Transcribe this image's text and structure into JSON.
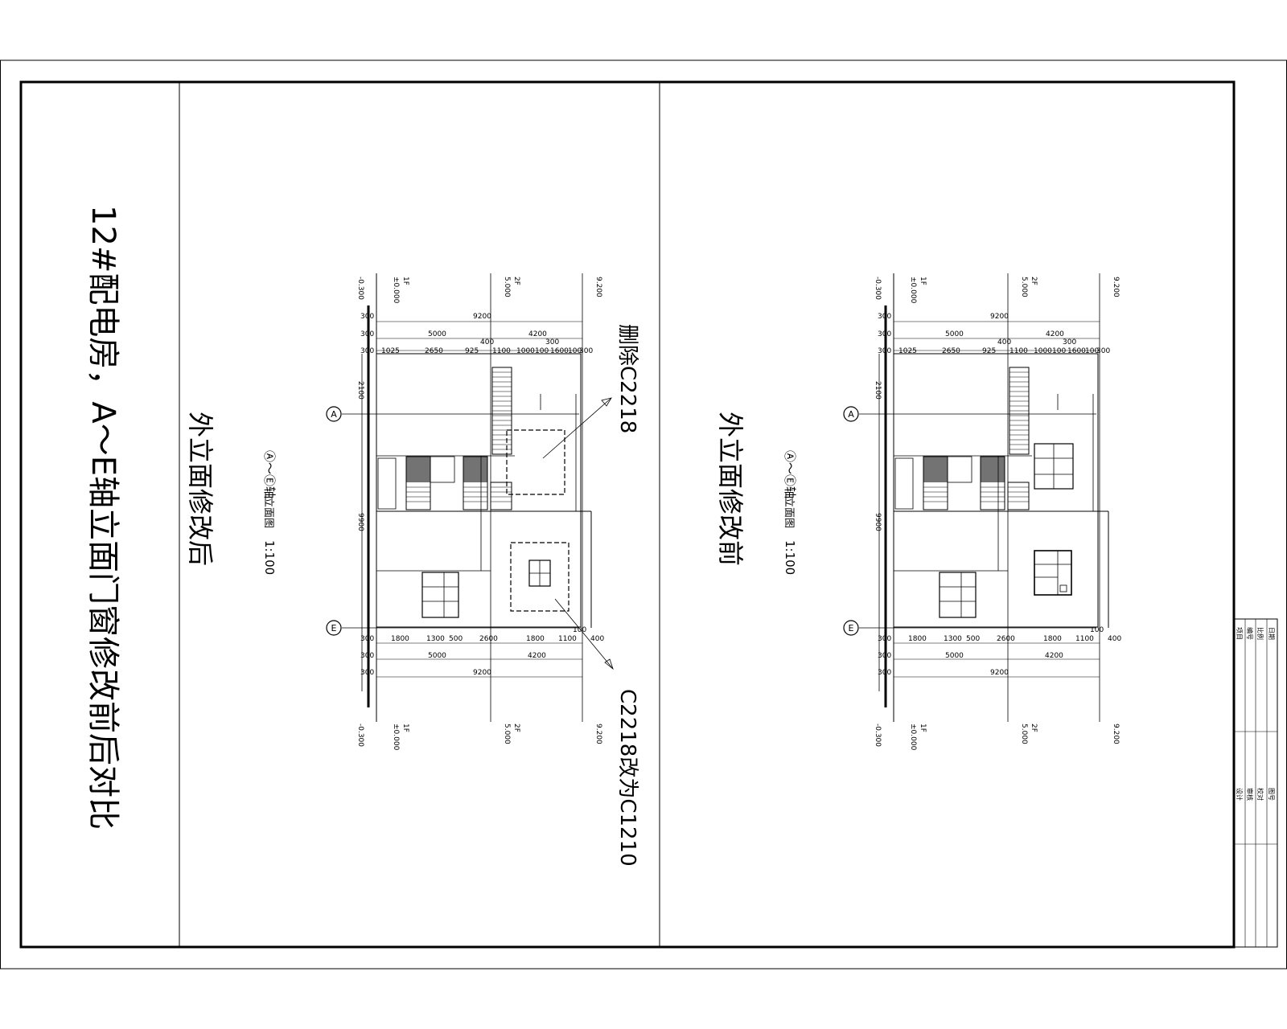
{
  "sheet_title": "12#配电房，A～E轴立面门窗修改前后对比",
  "panels": {
    "after": {
      "heading": "外立面修改后",
      "caption_axes": "Ⓐ～Ⓔ轴",
      "caption_name": "立面图",
      "caption_scale": "1:100",
      "note_remove": "删除C2218",
      "note_change": "C2218改为C1210"
    },
    "before": {
      "heading": "外立面修改前",
      "caption_axes": "Ⓐ～Ⓔ轴",
      "caption_name": "立面图",
      "caption_scale": "1:100"
    }
  },
  "drawing": {
    "axis_a": "A",
    "axis_e": "E",
    "levels": {
      "l1_name": "1F",
      "l1_value": "±0.000",
      "l2_name": "2F",
      "l2_value": "5.000",
      "roof_value": "9.200",
      "ground_value": "-0.300"
    },
    "dims_top": {
      "overall": "9200",
      "floors": [
        "5000",
        "4200"
      ],
      "detail": [
        "1025",
        "2650",
        "925",
        "1100",
        "1000",
        "100",
        "1600",
        "100",
        "300"
      ],
      "extra": [
        "400",
        "300"
      ],
      "edge": [
        "300",
        "300",
        "300"
      ]
    },
    "dims_bottom": {
      "overall": "9200",
      "floors": [
        "5000",
        "4200"
      ],
      "detail": [
        "1800",
        "1300",
        "500",
        "2600",
        "1800",
        "1100",
        "400"
      ],
      "extra": "100",
      "edge": [
        "300",
        "300",
        "300"
      ]
    },
    "dims_side": {
      "span": "9900",
      "top": "2100"
    }
  },
  "title_block": {
    "labels": [
      "项目",
      "编号",
      "比例",
      "日期"
    ],
    "notes": [
      "设计",
      "审核",
      "校对",
      "图号"
    ]
  }
}
